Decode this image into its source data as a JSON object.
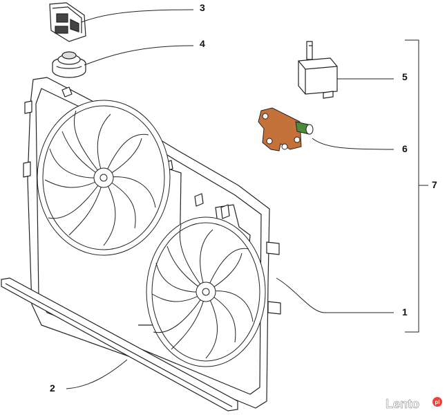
{
  "callouts": {
    "c1": "1",
    "c2": "2",
    "c3": "3",
    "c4": "4",
    "c5": "5",
    "c6": "6",
    "c7": "7"
  },
  "watermark": {
    "text": "Lento",
    "badge": "pl"
  },
  "colors": {
    "sensor_body": "#c4723a",
    "sensor_tip": "#4e8a3c",
    "line": "#222222",
    "watermark_badge": "#e8443a"
  }
}
